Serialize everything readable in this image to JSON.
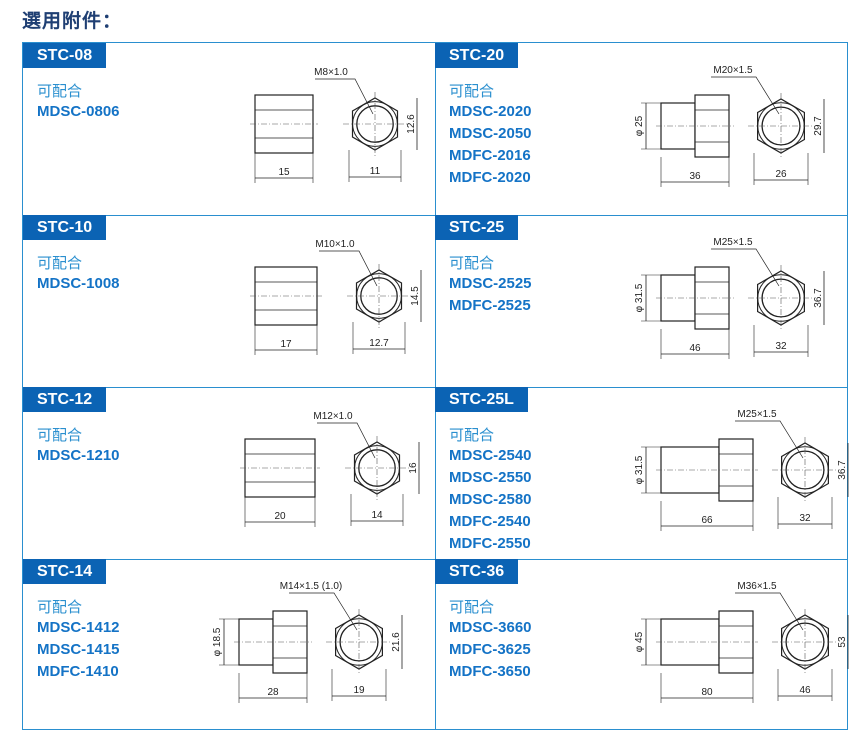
{
  "page_title": "選用附件：",
  "compat_label": "可配合",
  "cells": [
    {
      "tag": "STC-08",
      "models": [
        "MDSC-0806"
      ],
      "thread": "M8×1.0",
      "dims": {
        "length": "15",
        "across_flat": "11",
        "across_corner": "12.6"
      }
    },
    {
      "tag": "STC-20",
      "models": [
        "MDSC-2020",
        "MDSC-2050",
        "MDFC-2016",
        "MDFC-2020"
      ],
      "thread": "M20×1.5",
      "dims": {
        "diameter": "φ 25",
        "length": "36",
        "across_flat": "26",
        "across_corner": "29.7"
      }
    },
    {
      "tag": "STC-10",
      "models": [
        "MDSC-1008"
      ],
      "thread": "M10×1.0",
      "dims": {
        "length": "17",
        "across_flat": "12.7",
        "across_corner": "14.5"
      }
    },
    {
      "tag": "STC-25",
      "models": [
        "MDSC-2525",
        "MDFC-2525"
      ],
      "thread": "M25×1.5",
      "dims": {
        "diameter": "φ 31.5",
        "length": "46",
        "across_flat": "32",
        "across_corner": "36.7"
      }
    },
    {
      "tag": "STC-12",
      "models": [
        "MDSC-1210"
      ],
      "thread": "M12×1.0",
      "dims": {
        "length": "20",
        "across_flat": "14",
        "across_corner": "16"
      }
    },
    {
      "tag": "STC-25L",
      "models": [
        "MDSC-2540",
        "MDSC-2550",
        "MDSC-2580",
        "MDFC-2540",
        "MDFC-2550"
      ],
      "thread": "M25×1.5",
      "dims": {
        "diameter": "φ 31.5",
        "length": "66",
        "across_flat": "32",
        "across_corner": "36.7"
      }
    },
    {
      "tag": "STC-14",
      "models": [
        "MDSC-1412",
        "MDSC-1415",
        "MDFC-1410"
      ],
      "thread": "M14×1.5 (1.0)",
      "dims": {
        "diameter": "φ 18.5",
        "length": "28",
        "across_flat": "19",
        "across_corner": "21.6"
      }
    },
    {
      "tag": "STC-36",
      "models": [
        "MDSC-3660",
        "MDFC-3625",
        "MDFC-3650"
      ],
      "thread": "M36×1.5",
      "dims": {
        "diameter": "φ 45",
        "length": "80",
        "across_flat": "46",
        "across_corner": "53"
      }
    }
  ]
}
